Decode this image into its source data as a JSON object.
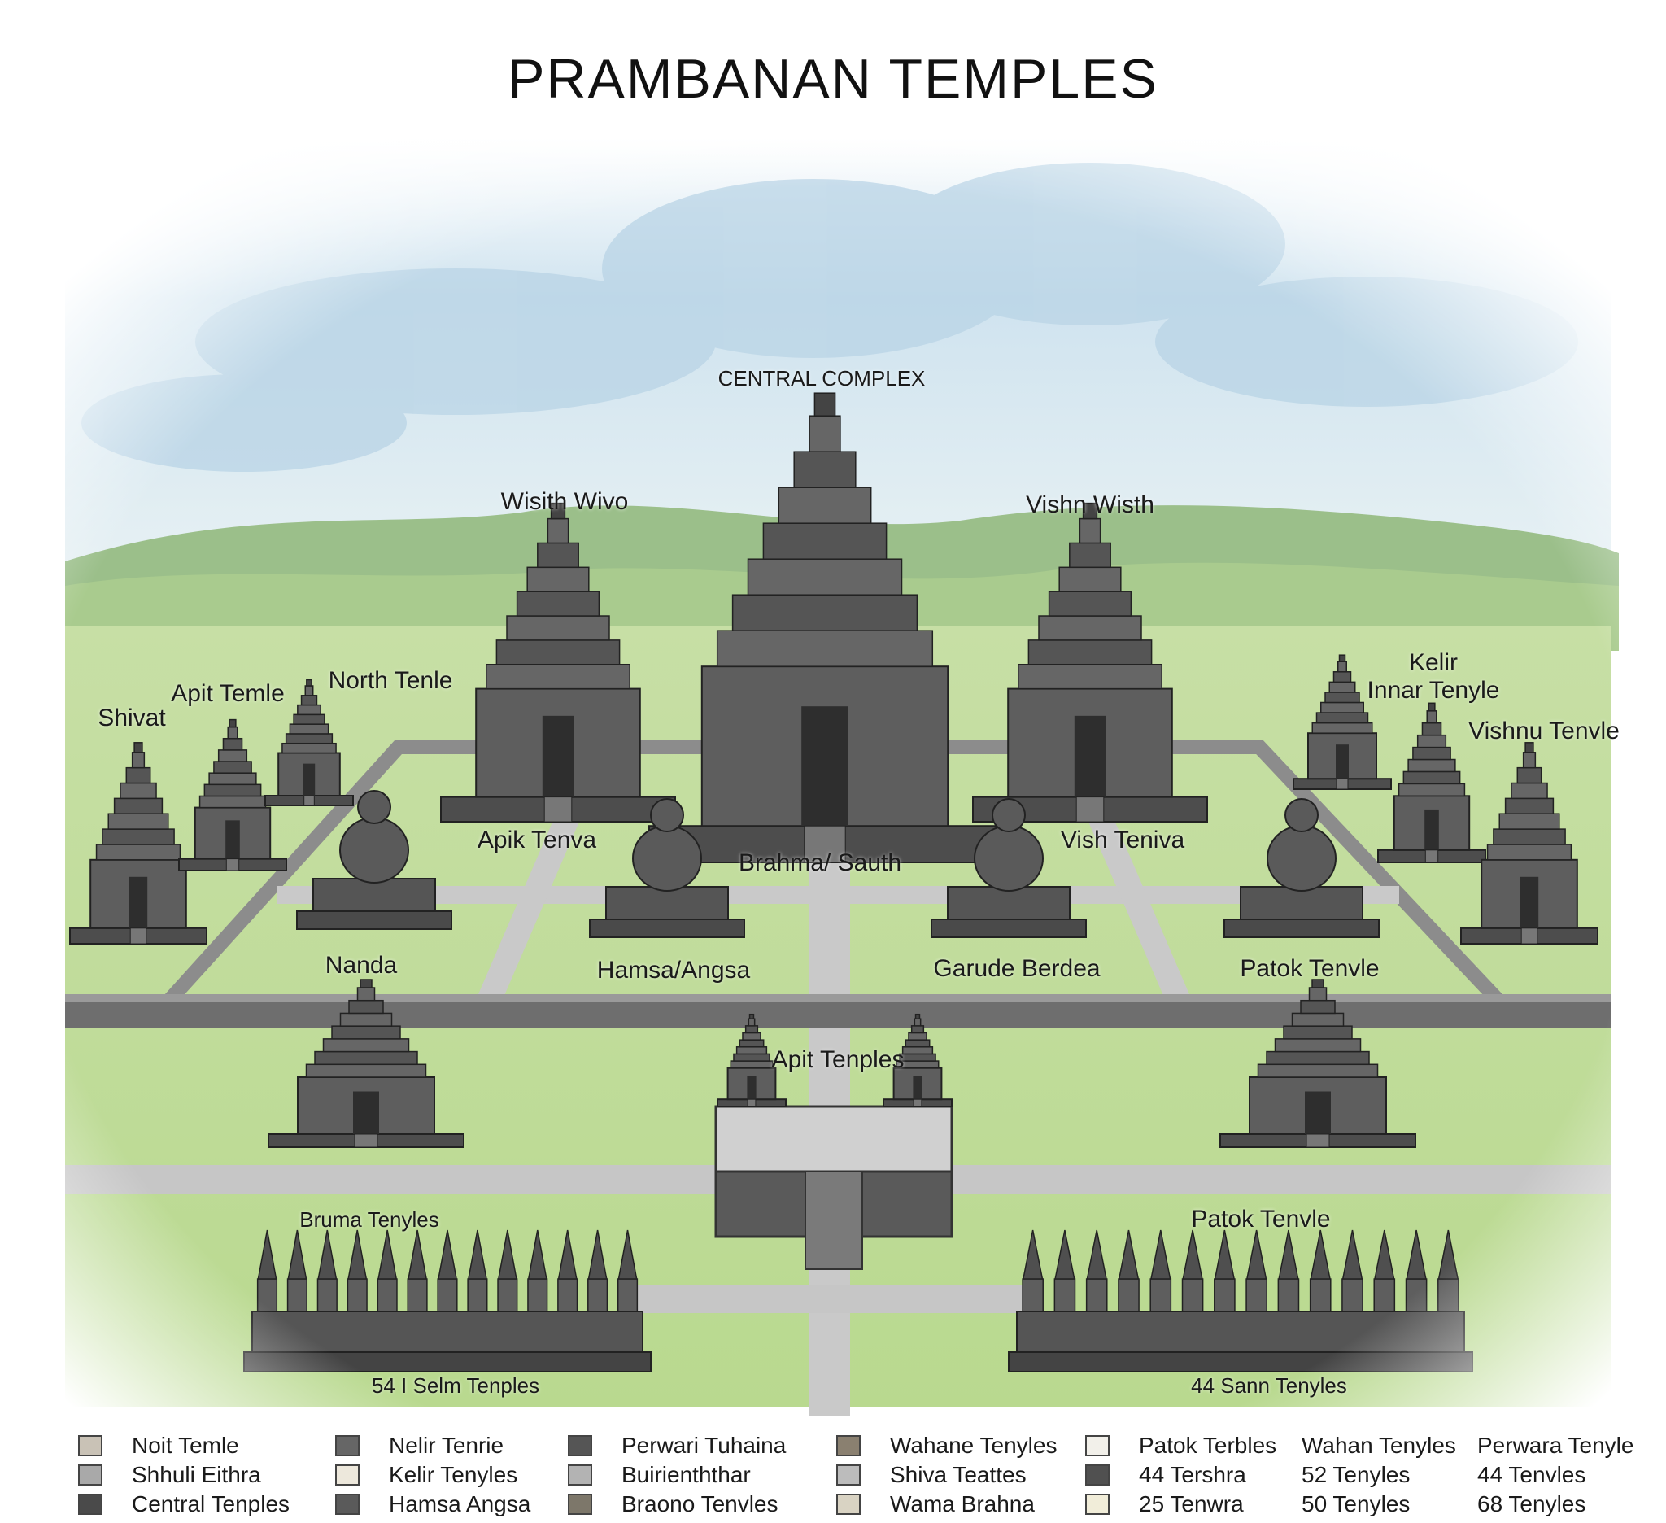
{
  "title": "PRAMBANAN TEMPLES",
  "labels": {
    "central_complex": "CENTRAL COMPLEX",
    "wisth_wivo": "Wisith Wivo",
    "vishn_wisth": "Vishn Wisth",
    "north_tenle": "North Tenle",
    "apit_temle": "Apit Temle",
    "shivat": "Shivat",
    "kelir": "Kelir",
    "innar_tenyle": "Innar Tenyle",
    "vishnu_tenvle": "Vishnu Tenvle",
    "apik_tenva": "Apik Tenva",
    "brahma_sauth": "Brahma/ Sauth",
    "vish_teniva": "Vish Teniva",
    "nanda": "Nanda",
    "hamsa_angsa": "Hamsa/Angsa",
    "garude_berdea": "Garude Berdea",
    "patok_tenvle_inner": "Patok Tenvle",
    "apit_tenples": "Apit Tenples",
    "bruma_tenyles": "Bruma Tenyles",
    "patok_tenvle_outer": "Patok Tenvle",
    "left_row_caption": "54 I Selm Tenples",
    "right_row_caption": "44 Sann Tenyles"
  },
  "legend": [
    {
      "text": "Noit Temle",
      "color": "#c9c2b6"
    },
    {
      "text": "Shhuli Eithra",
      "color": "#a9a9a9"
    },
    {
      "text": "Central Tenples",
      "color": "#4a4a4a"
    },
    {
      "text": "Nelir Tenrie",
      "color": "#666666"
    },
    {
      "text": "Kelir Tenyles",
      "color": "#ede8dc"
    },
    {
      "text": "Hamsa Angsa",
      "color": "#5a5a5a"
    },
    {
      "text": "Perwari Tuhaina",
      "color": "#555555"
    },
    {
      "text": "Buirienththar",
      "color": "#b3b3b3"
    },
    {
      "text": "Braono Tenvles",
      "color": "#7d776a"
    },
    {
      "text": "Wahane Tenyles",
      "color": "#8a8070"
    },
    {
      "text": "Shiva Teattes",
      "color": "#bcbcbc"
    },
    {
      "text": "Wama Brahna",
      "color": "#d9d3c3"
    },
    {
      "text": "Patok Terbles",
      "color": "#f2f0ea"
    },
    {
      "text": "44 Tershra",
      "color": "#505050"
    },
    {
      "text": "25 Tenwra",
      "color": "#f1edd9"
    },
    {
      "text": "Wahan Tenyles"
    },
    {
      "text": "52 Tenyles"
    },
    {
      "text": "50 Tenyles"
    },
    {
      "text": "Perwara Tenyle"
    },
    {
      "text": "44 Tenvles"
    },
    {
      "text": "68 Tenyles"
    }
  ]
}
